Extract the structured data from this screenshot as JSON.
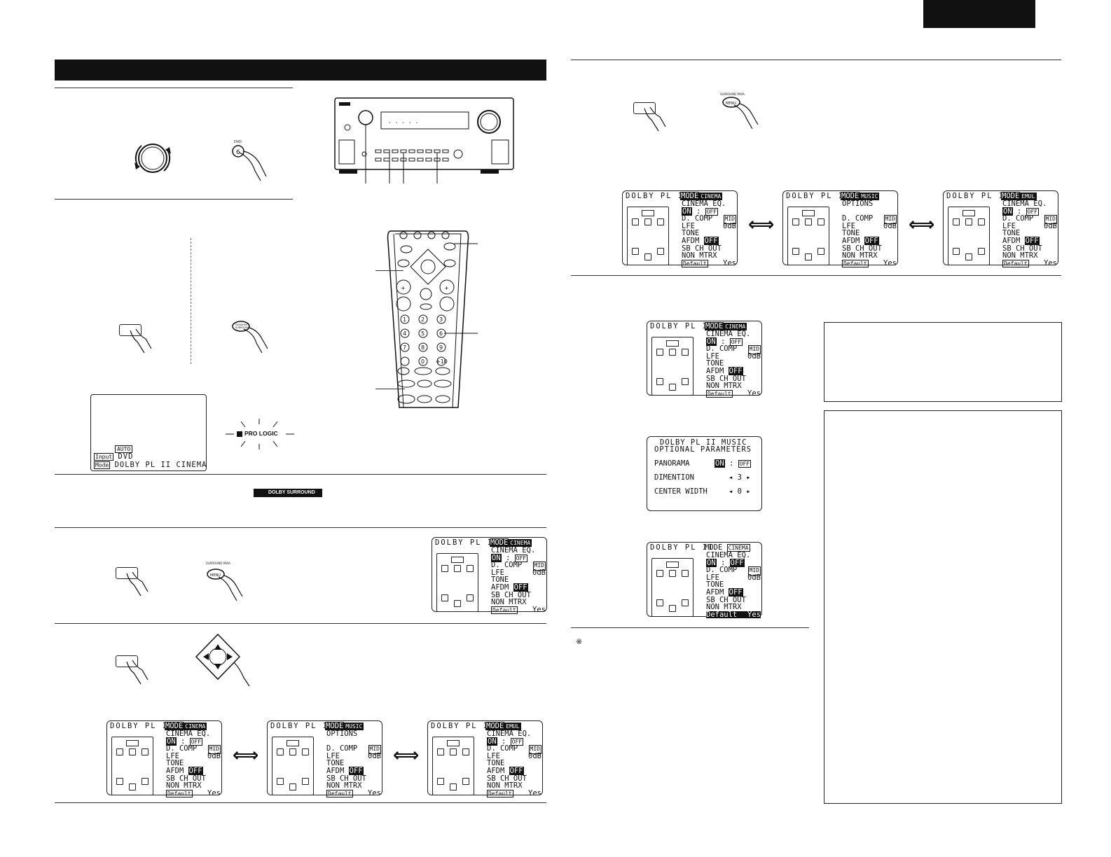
{
  "header_tab": "",
  "pro_logic_label": "PRO LOGIC",
  "dolby_surround_logo": "DOLBY SURROUND",
  "note_mark": "※",
  "display_panel": {
    "auto": "AUTO",
    "input_tag": "Input",
    "input_value": "DVD",
    "mode_tag": "Mode",
    "mode_value": "DOLBY PL II CINEMA"
  },
  "remote": {
    "menu_label": "MENU",
    "surround_label": "SURROUND",
    "dolby_dts_surround_label": "DOLBY/DTS SURROUND",
    "dvd_label": "DVD",
    "keys": [
      "1",
      "2",
      "3",
      "4",
      "5",
      "6",
      "7",
      "8",
      "9",
      "0",
      "+10"
    ]
  },
  "menu_button_label": "MENU",
  "menu_button_caption": "SURROUND PARA.",
  "dvd_button_label": "DVD",
  "osd_cinema": {
    "title": "DOLBY PL II",
    "mode_label": "MODE",
    "mode_value": "CINEMA",
    "row1": "CINEMA EQ.",
    "on": "ON",
    "off": "OFF",
    "dcomp": "D. COMP",
    "dcomp_val": "MID",
    "lfe": "LFE",
    "lfe_val": "0dB",
    "tone": "TONE",
    "afdm": "AFDM",
    "afdm_val": "OFF",
    "sbch": "SB CH OUT",
    "nonmtrx": "NON MTRX",
    "default": "Default",
    "yes": "Yes"
  },
  "osd_music": {
    "mode_value": "MUSIC",
    "row1": "OPTIONS"
  },
  "osd_emul": {
    "mode_value": "EMUL"
  },
  "music_params": {
    "line1": "DOLBY PL II MUSIC",
    "line2": "OPTIONAL PARAMETERS",
    "panorama": "PANORAMA",
    "on": "ON",
    "off": "OFF",
    "dimention": "DIMENTION",
    "dimention_val": "3",
    "center_width": "CENTER WIDTH",
    "center_width_val": "0"
  },
  "colors": {
    "ink": "#111111",
    "paper": "#ffffff"
  }
}
